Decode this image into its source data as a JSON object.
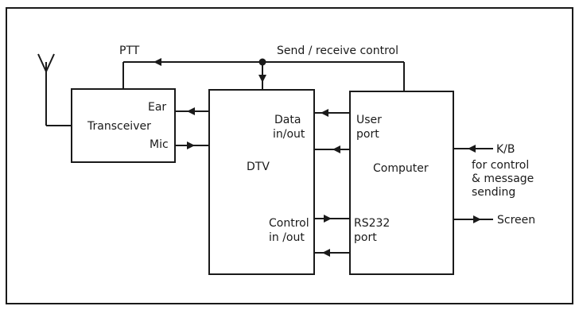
{
  "diagram": {
    "ptt_label": "PTT",
    "send_receive_label": "Send / receive control",
    "transceiver": {
      "name": "Transceiver",
      "ear": "Ear",
      "mic": "Mic"
    },
    "dtv": {
      "name": "DTV",
      "data_line1": "Data",
      "data_line2": "in/out",
      "control_line1": "Control",
      "control_line2": "in /out"
    },
    "computer": {
      "name": "Computer",
      "user_line1": "User",
      "user_line2": "port",
      "rs232_line1": "RS232",
      "rs232_line2": "port"
    },
    "kb": {
      "line1": "K/B",
      "line2": "for control",
      "line3": "& message",
      "line4": "sending"
    },
    "screen_label": "Screen"
  }
}
